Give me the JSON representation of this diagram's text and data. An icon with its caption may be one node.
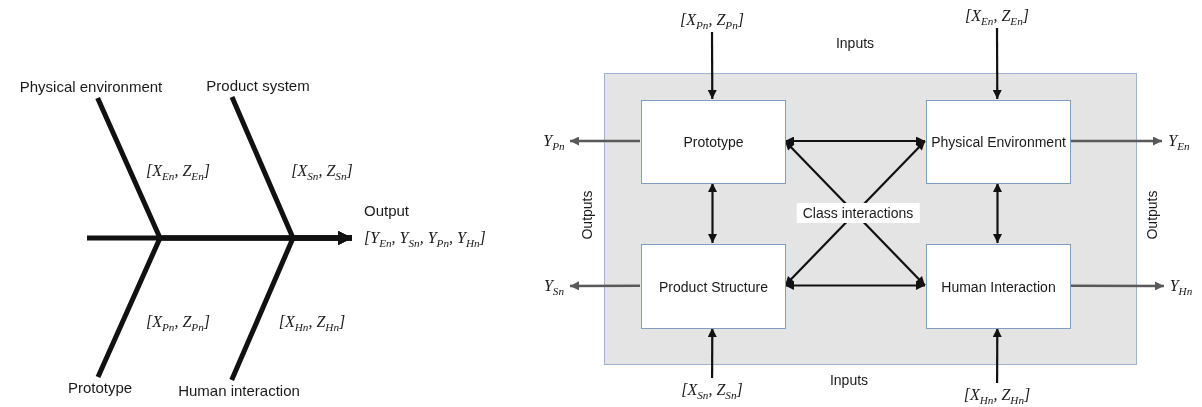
{
  "diagram": {
    "nodes": [
      {
        "text": [
          "Physical environment"
        ]
      },
      {
        "text": [
          "Product system"
        ]
      },
      {
        "text": [
          "Output",
          "[Y$_{En}$, Y$_{Sn}$, Y$_{Pn}$, Y$_{Hn}$]"
        ]
      },
      {
        "text": [
          "Prototype"
        ]
      },
      {
        "text": [
          "Human interaction"
        ]
      },
      {
        "text": [
          "[X$_{Pn}$, Z$_{Pn}$]"
        ]
      },
      {
        "text": [
          "[X$_{En}$, Z$_{En}$]"
        ]
      },
      {
        "text": [],
        "shape": "box"
      },
      {
        "text": [
          "Prototype"
        ],
        "in": 7
      },
      {
        "text": [
          "Physical Environment"
        ],
        "in": 7
      },
      {
        "text": [
          "Y$_{Pn}$"
        ]
      },
      {
        "text": [
          "Y$_{En}$"
        ]
      },
      {
        "text": [
          "Product Structure"
        ],
        "in": 7
      },
      {
        "text": [
          "Human Interaction"
        ],
        "in": 7
      },
      {
        "text": [
          "Y$_{Sn}$"
        ]
      },
      {
        "text": [
          "Y$_{Hn}$"
        ]
      },
      {
        "text": [
          "[X$_{Sn}$, Z$_{Sn}$]"
        ]
      },
      {
        "text": [
          "[X$_{Hn}$, Z$_{Hn}$]"
        ]
      }
    ],
    "edges": [
      {
        "from": 0,
        "to": 2,
        "arrow": "to",
        "label": "[X$_{En}$, Z$_{En}$]",
        "style": "thick"
      },
      {
        "from": 1,
        "to": 2,
        "arrow": "to",
        "label": "[X$_{Sn}$, Z$_{Sn}$]",
        "style": "thick"
      },
      {
        "from": 3,
        "to": 2,
        "arrow": "to",
        "label": "[X$_{Pn}$, Z$_{Pn}$]",
        "style": "thick"
      },
      {
        "from": 4,
        "to": 2,
        "arrow": "to",
        "label": "[X$_{Hn}$, Z$_{Hn}$]",
        "style": "thick"
      },
      {
        "from": null,
        "to": 2,
        "arrow": "to",
        "style": "thick"
      },
      {
        "from": 5,
        "to": 8,
        "arrow": "to"
      },
      {
        "from": 6,
        "to": 9,
        "arrow": "to"
      },
      {
        "from": 8,
        "to": 9,
        "arrow": "both"
      },
      {
        "from": 8,
        "to": 12,
        "arrow": "both"
      },
      {
        "from": 9,
        "to": 13,
        "arrow": "both"
      },
      {
        "from": 8,
        "to": 13,
        "arrow": "both"
      },
      {
        "from": 9,
        "to": 12,
        "arrow": "both"
      },
      {
        "from": 12,
        "to": 13,
        "arrow": "both"
      },
      {
        "from": 8,
        "to": 10,
        "arrow": "to",
        "color": "#595959"
      },
      {
        "from": 9,
        "to": 11,
        "arrow": "to",
        "color": "#595959"
      },
      {
        "from": 12,
        "to": 14,
        "arrow": "to",
        "color": "#595959"
      },
      {
        "from": 13,
        "to": 15,
        "arrow": "to",
        "color": "#595959"
      },
      {
        "from": 16,
        "to": 12,
        "arrow": "to"
      },
      {
        "from": 17,
        "to": 13,
        "arrow": "to"
      }
    ],
    "labels": [
      "Inputs",
      "Outputs",
      "Class interactions",
      "Outputs",
      "Inputs"
    ]
  }
}
